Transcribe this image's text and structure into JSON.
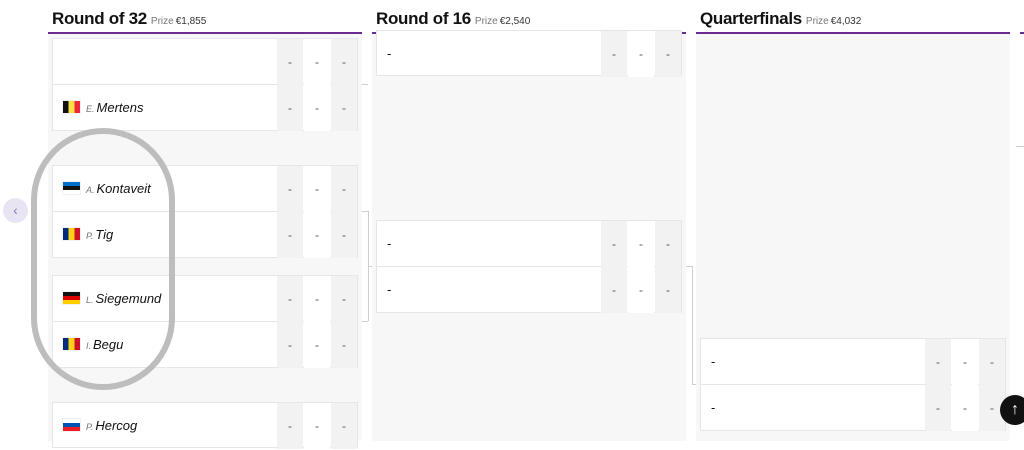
{
  "rounds": [
    {
      "title": "Round of 32",
      "prize_label": "Prize",
      "prize": "€1,855"
    },
    {
      "title": "Round of 16",
      "prize_label": "Prize",
      "prize": "€2,540"
    },
    {
      "title": "Quarterfinals",
      "prize_label": "Prize",
      "prize": "€4,032"
    }
  ],
  "r32": {
    "m1": {
      "p1": {
        "initial": "",
        "name": "",
        "country": "",
        "scores": [
          "-",
          "-",
          "-"
        ]
      },
      "p2": {
        "initial": "E.",
        "name": "Mertens",
        "country": "be",
        "scores": [
          "-",
          "-",
          "-"
        ]
      }
    },
    "m2": {
      "p1": {
        "initial": "A.",
        "name": "Kontaveit",
        "country": "ee",
        "scores": [
          "-",
          "-",
          "-"
        ]
      },
      "p2": {
        "initial": "P.",
        "name": "Tig",
        "country": "ro",
        "scores": [
          "-",
          "-",
          "-"
        ]
      }
    },
    "m3": {
      "p1": {
        "initial": "L.",
        "name": "Siegemund",
        "country": "de",
        "scores": [
          "-",
          "-",
          "-"
        ]
      },
      "p2": {
        "initial": "I.",
        "name": "Begu",
        "country": "ro",
        "scores": [
          "-",
          "-",
          "-"
        ]
      }
    },
    "m4": {
      "p1": {
        "initial": "P.",
        "name": "Hercog",
        "country": "si",
        "scores": [
          "-",
          "-",
          "-"
        ]
      }
    }
  },
  "r16": {
    "m1": {
      "p1": {
        "name": "-",
        "scores": [
          "-",
          "-",
          "-"
        ]
      }
    },
    "m2": {
      "p1": {
        "name": "-",
        "scores": [
          "-",
          "-",
          "-"
        ]
      },
      "p2": {
        "name": "-",
        "scores": [
          "-",
          "-",
          "-"
        ]
      }
    }
  },
  "qf": {
    "m1": {
      "p1": {
        "name": "-",
        "scores": [
          "-",
          "-",
          "-"
        ]
      },
      "p2": {
        "name": "-",
        "scores": [
          "-",
          "-",
          "-"
        ]
      }
    }
  },
  "controls": {
    "prev_symbol": "‹",
    "scroll_top_symbol": "↑"
  },
  "colors": {
    "accent_underline": "#6a2c91",
    "highlight_oval": "#bdbdbd"
  }
}
